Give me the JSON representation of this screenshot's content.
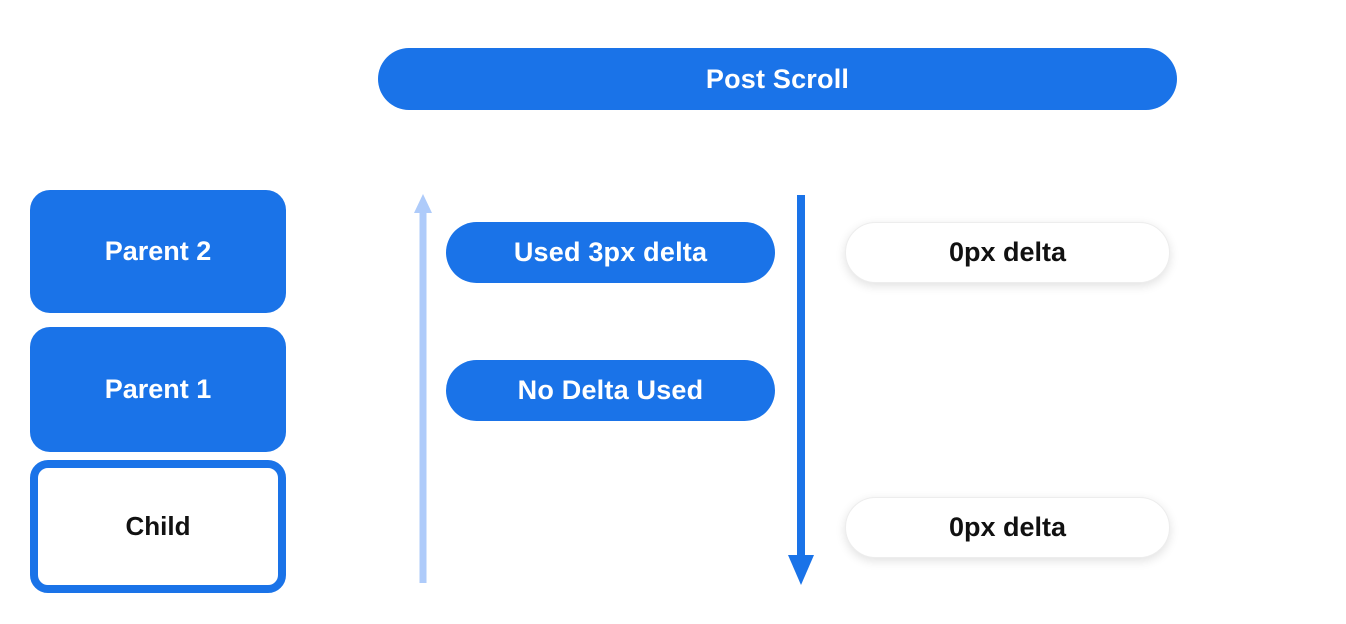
{
  "colors": {
    "blue": "#1a73e8",
    "light_blue": "#aecbfa",
    "bg": "#ffffff",
    "text_dark": "#111111",
    "pill_border": "#ededed"
  },
  "banner": {
    "label": "Post Scroll"
  },
  "stack": {
    "parent2_label": "Parent 2",
    "parent1_label": "Parent 1",
    "child_label": "Child"
  },
  "middle": {
    "used_delta_label": "Used 3px delta",
    "no_delta_label": "No Delta Used"
  },
  "right": {
    "top_delta_label": "0px delta",
    "bottom_delta_label": "0px delta"
  },
  "icons": {
    "up_arrow": "scroll-up-arrow-icon",
    "down_arrow": "scroll-down-arrow-icon"
  }
}
